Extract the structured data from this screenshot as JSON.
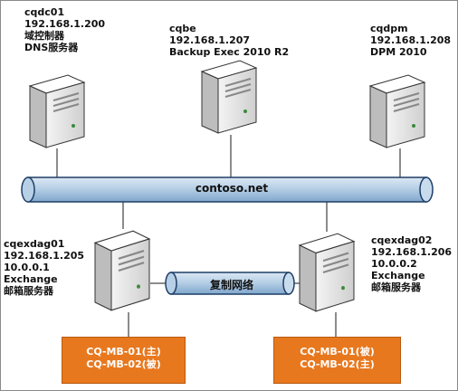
{
  "colors": {
    "bus_fill": "#b7d0e6",
    "bus_stroke": "#1f3f66",
    "db_box": "#e8781e",
    "server_case": "#e6e6e6"
  },
  "servers": {
    "cqdc01": {
      "lines": [
        "cqdc01",
        "192.168.1.200",
        "域控制器",
        "DNS服务器"
      ]
    },
    "cqbe": {
      "lines": [
        "cqbe",
        "192.168.1.207",
        "Backup Exec 2010 R2"
      ]
    },
    "cqdpm": {
      "lines": [
        "cqdpm",
        "192.168.1.208",
        "DPM 2010"
      ]
    },
    "cqexdag01": {
      "lines": [
        "cqexdag01",
        "192.168.1.205",
        "10.0.0.1",
        "Exchange",
        "邮箱服务器"
      ]
    },
    "cqexdag02": {
      "lines": [
        "cqexdag02",
        "192.168.1.206",
        "10.0.0.2",
        "Exchange",
        "邮箱服务器"
      ]
    }
  },
  "networks": {
    "main_label": "contoso.net",
    "replication_label": "复制网络"
  },
  "databases": {
    "left": [
      "CQ-MB-01(主)",
      "CQ-MB-02(被)"
    ],
    "right": [
      "CQ-MB-01(被)",
      "CQ-MB-02(主)"
    ]
  },
  "icons": [
    "server-tower-icon"
  ]
}
